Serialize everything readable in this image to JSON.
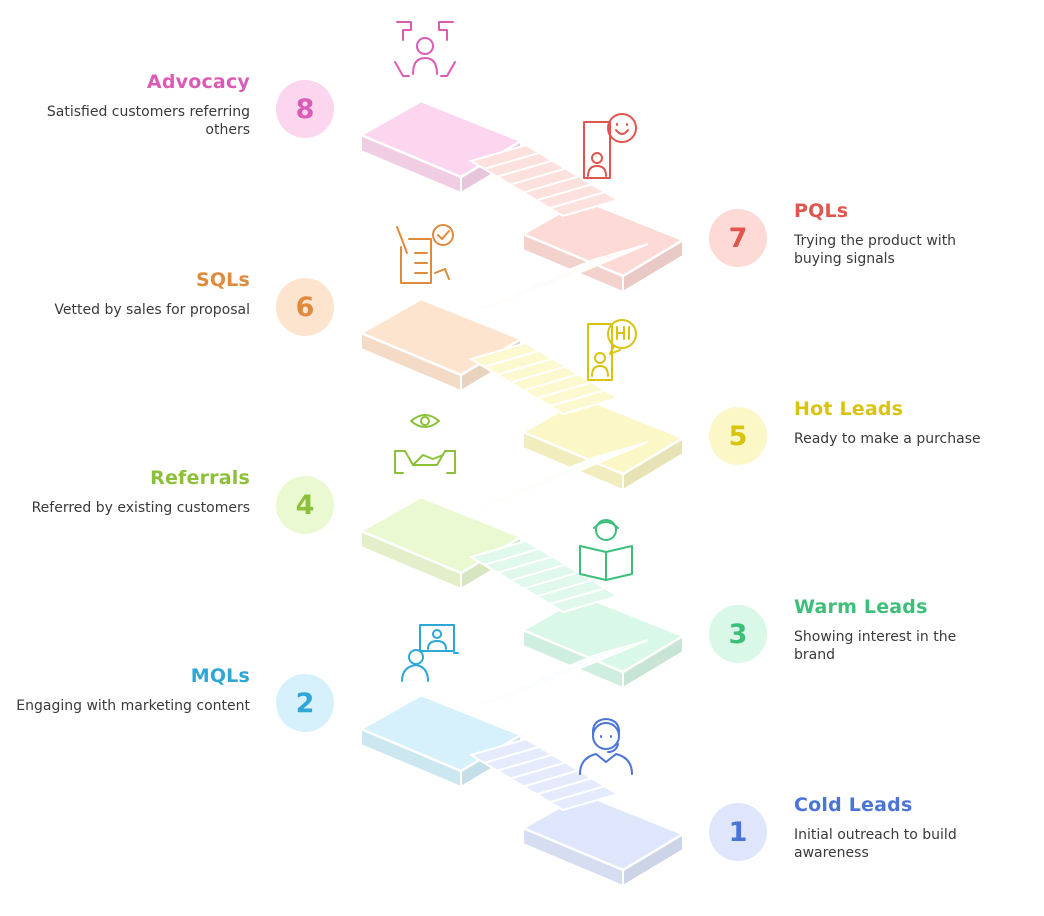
{
  "steps": [
    {
      "number": "1",
      "title": "Cold Leads",
      "description": "Initial outreach to build awareness",
      "icon": "customer-support-agent-icon",
      "color": "#4a74d6",
      "fill": "#dfe6fb"
    },
    {
      "number": "2",
      "title": "MQLs",
      "description": "Engaging with marketing content",
      "icon": "video-presentation-icon",
      "color": "#2ea6d6",
      "fill": "#d6f1fb"
    },
    {
      "number": "3",
      "title": "Warm Leads",
      "description": "Showing interest in the brand",
      "icon": "person-reading-icon",
      "color": "#3dbf7a",
      "fill": "#d9f8e8"
    },
    {
      "number": "4",
      "title": "Referrals",
      "description": "Referred by existing customers",
      "icon": "handshake-eye-icon",
      "color": "#8dc03a",
      "fill": "#ebf9d2"
    },
    {
      "number": "5",
      "title": "Hot Leads",
      "description": "Ready to make a purchase",
      "icon": "phone-chat-hi-icon",
      "color": "#d8c40e",
      "fill": "#fbf7c6"
    },
    {
      "number": "6",
      "title": "SQLs",
      "description": "Vetted by sales for proposal",
      "icon": "document-checkmark-icon",
      "color": "#e08a3c",
      "fill": "#fde4cf"
    },
    {
      "number": "7",
      "title": "PQLs",
      "description": "Trying the product with buying signals",
      "icon": "phone-smile-icon",
      "color": "#e0564f",
      "fill": "#fddad6"
    },
    {
      "number": "8",
      "title": "Advocacy",
      "description": "Satisfied customers referring others",
      "icon": "community-advocacy-icon",
      "color": "#db5cb6",
      "fill": "#fbd6ee"
    }
  ]
}
